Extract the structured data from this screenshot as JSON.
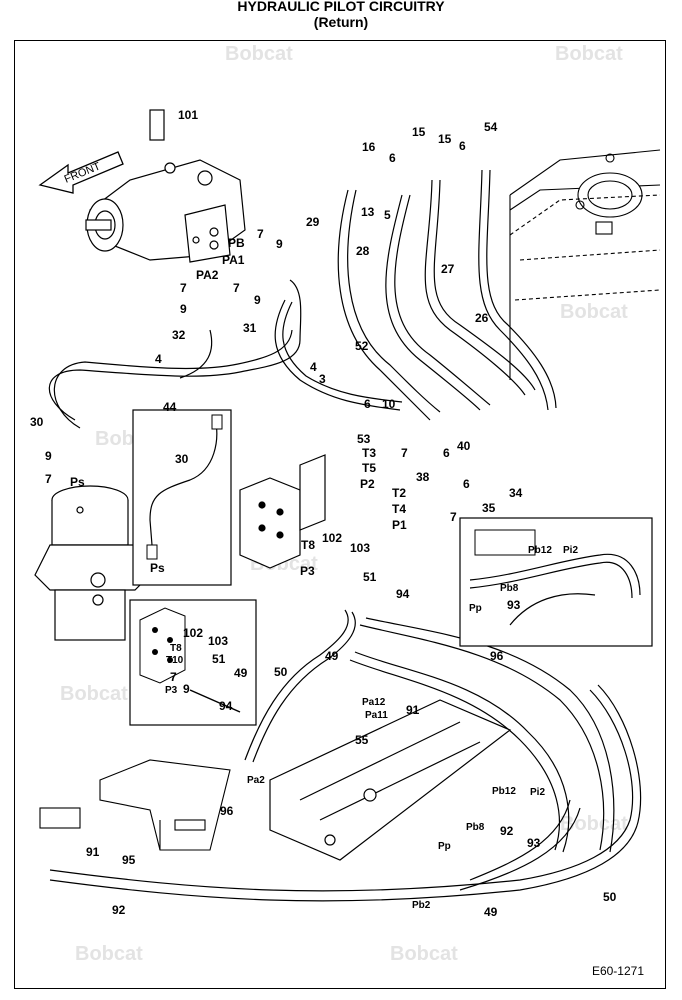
{
  "header": {
    "title": "HYDRAULIC PILOT CIRCUITRY",
    "subtitle": "(Return)"
  },
  "footer": {
    "code": "E60-1271"
  },
  "watermark": {
    "text": "Bobcat"
  },
  "front_arrow": {
    "label": "FRONT"
  },
  "callouts": {
    "c101": "101",
    "c16": "16",
    "c15a": "15",
    "c15b": "15",
    "c54": "54",
    "c6a": "6",
    "c6b": "6",
    "c13": "13",
    "c5": "5",
    "c29": "29",
    "c28": "28",
    "c27": "27",
    "c26": "26",
    "c7a": "7",
    "c9a": "9",
    "cPB": "PB",
    "cPA1": "PA1",
    "cPA2": "PA2",
    "c7b": "7",
    "c9b": "9",
    "c7c": "7",
    "c9c": "9",
    "c32": "32",
    "c31": "31",
    "c52": "52",
    "c3": "3",
    "c4a": "4",
    "c4b": "4",
    "c44": "44",
    "c30a": "30",
    "c9d": "9",
    "c7d": "7",
    "cPs": "Ps",
    "c30b": "30",
    "cPs2": "Ps",
    "c6c": "6",
    "c10": "10",
    "c53": "53",
    "cT3": "T3",
    "c7e": "7",
    "c40": "40",
    "cT5": "T5",
    "c38": "38",
    "cP2": "P2",
    "cT2": "T2",
    "c6d": "6",
    "c34": "34",
    "cT4": "T4",
    "c35": "35",
    "cP1": "P1",
    "c7f": "7",
    "c6e": "6",
    "cT8": "T8",
    "c102": "102",
    "c103": "103",
    "cP3": "P3",
    "c51a": "51",
    "c94a": "94",
    "cPb12a": "Pb12",
    "cPi2a": "Pi2",
    "cPb8a": "Pb8",
    "cPp": "Pp",
    "c93a": "93",
    "c102b": "102",
    "cT8b": "T8",
    "c103b": "103",
    "cT10": "T10",
    "c7g": "7",
    "c51b": "51",
    "c49a": "49",
    "cP3b": "P3",
    "c9e": "9",
    "c94b": "94",
    "c49b": "49",
    "c50a": "50",
    "c96a": "96",
    "cPa12": "Pa12",
    "cPa11": "Pa11",
    "c91a": "91",
    "c55": "55",
    "cPa2": "Pa2",
    "cPb12b": "Pb12",
    "cPi2b": "Pi2",
    "c96b": "96",
    "cPb8b": "Pb8",
    "c92a": "92",
    "c93b": "93",
    "c91b": "91",
    "c95": "95",
    "cPp2": "Pp",
    "c92b": "92",
    "cPb2": "Pb2",
    "c49c": "49",
    "c50b": "50"
  }
}
